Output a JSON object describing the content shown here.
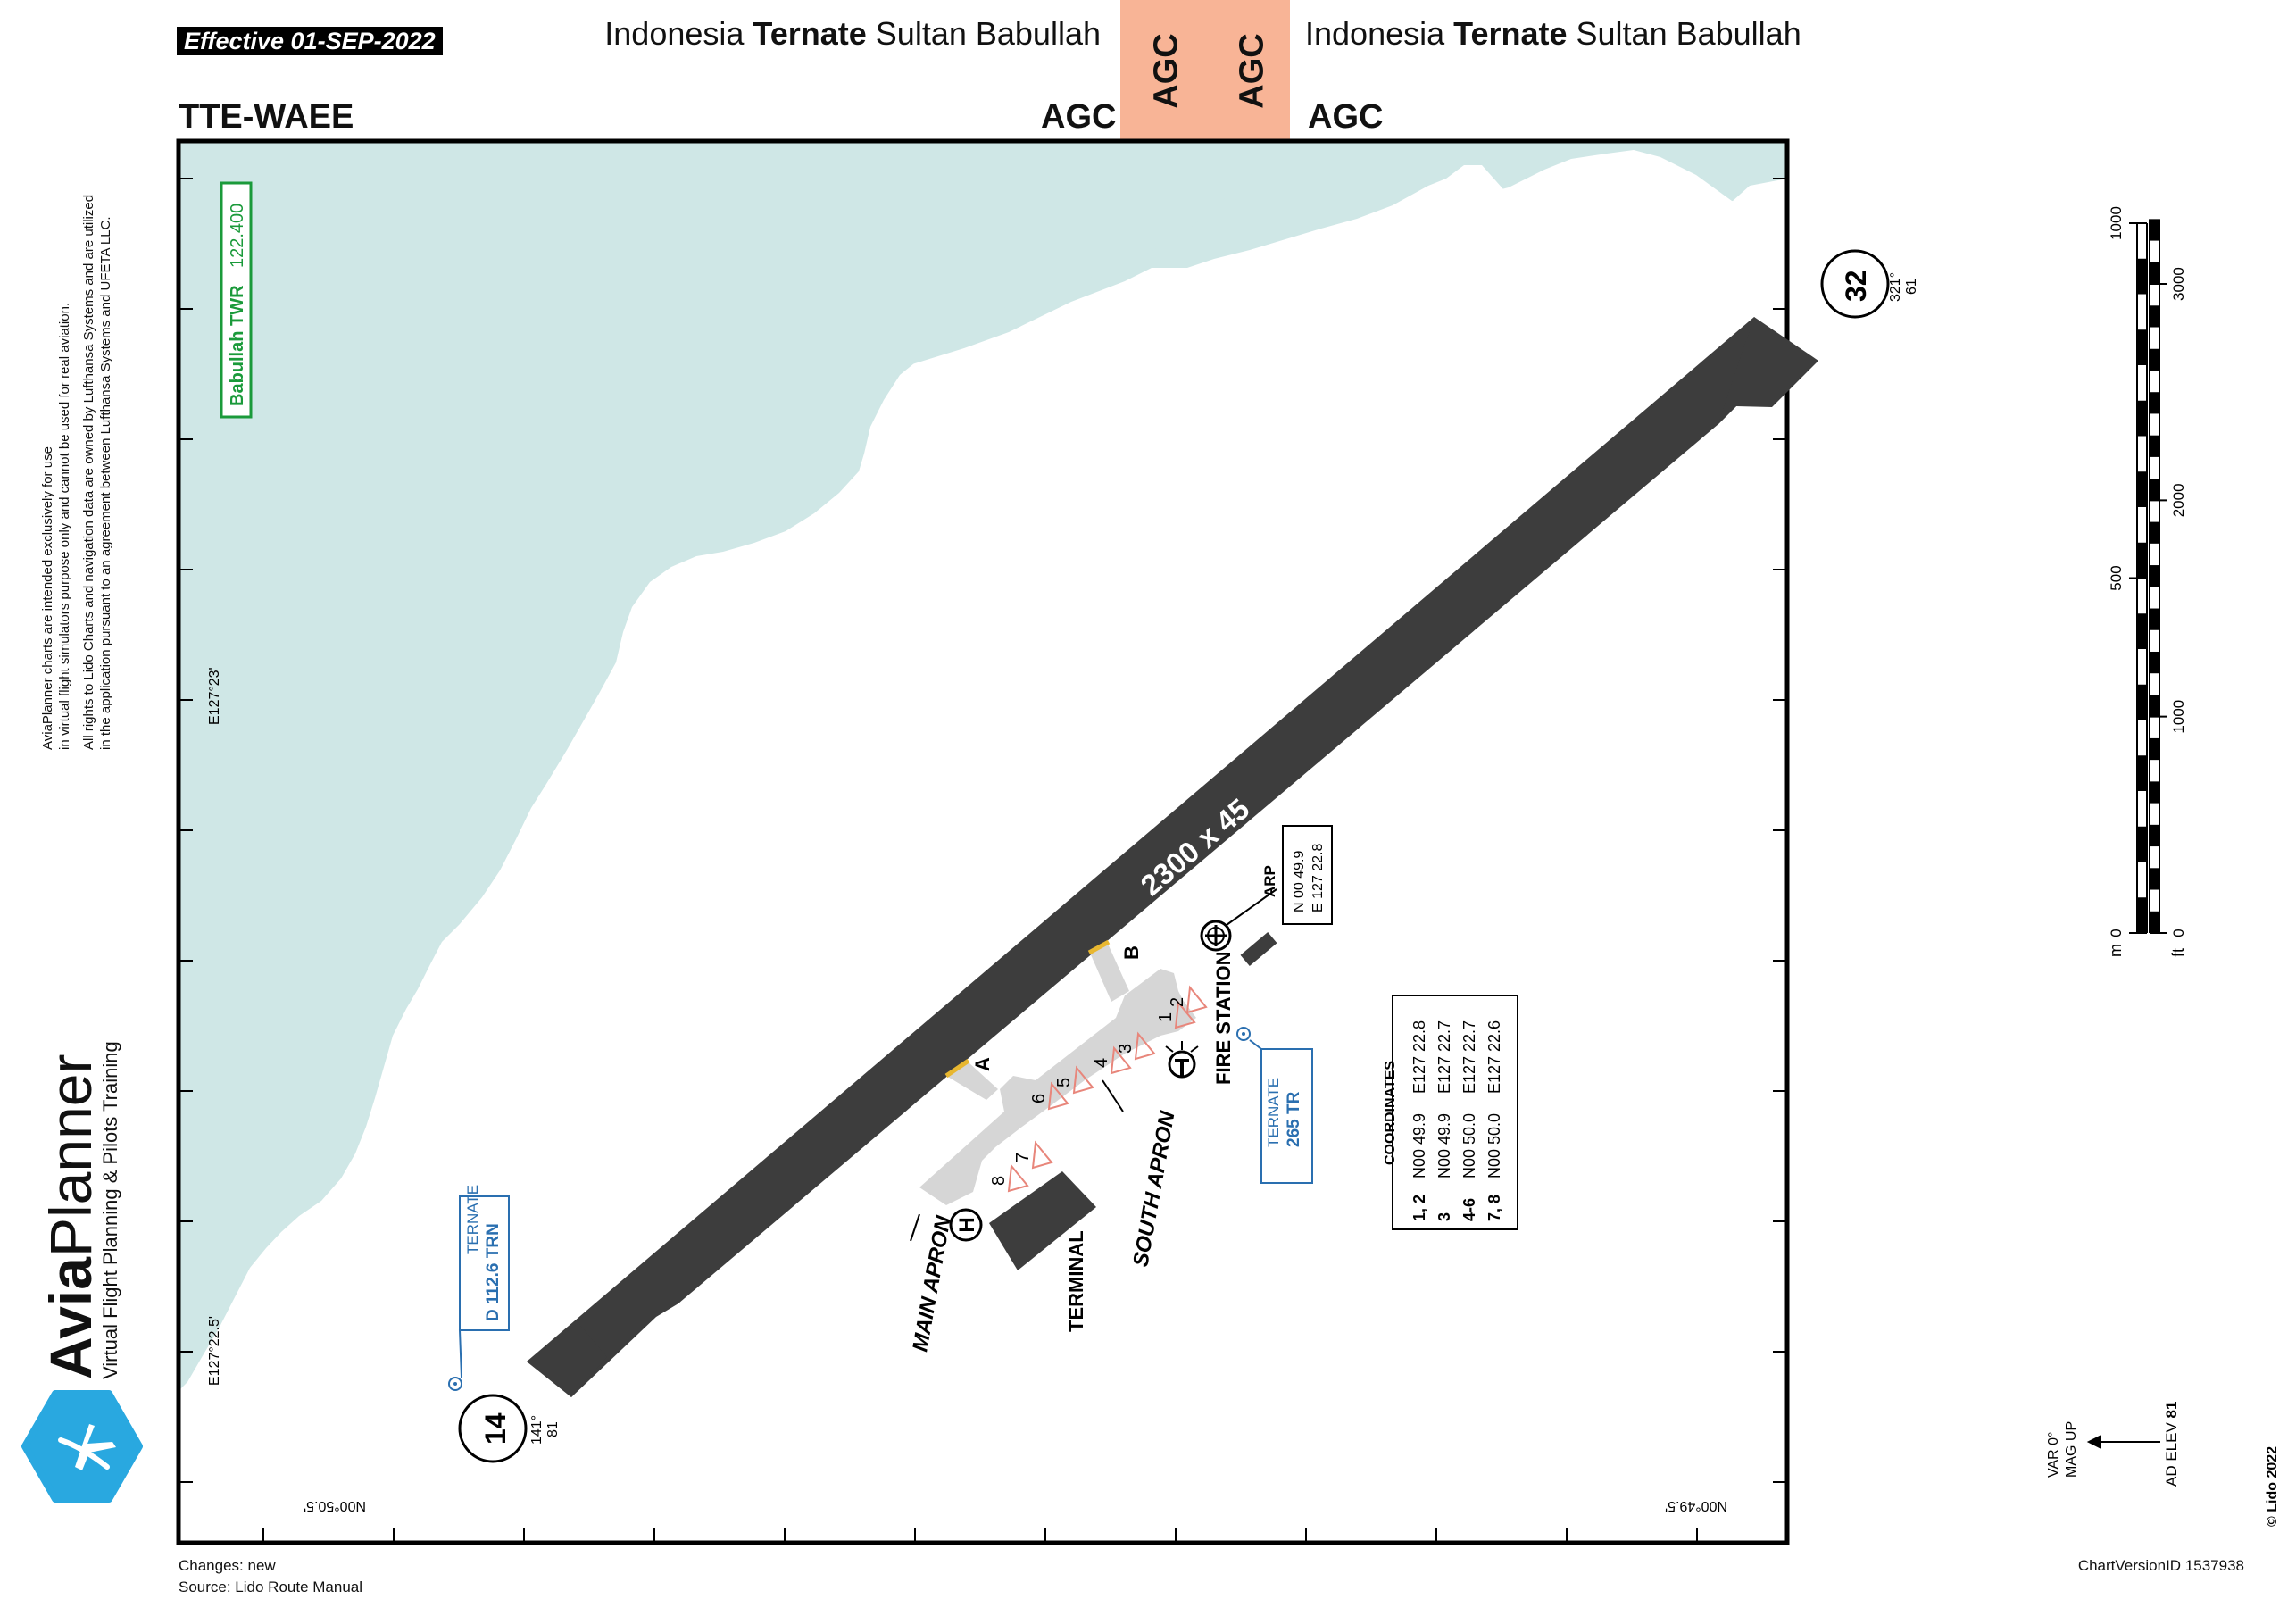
{
  "header": {
    "effective": "Effective  01-SEP-2022",
    "left_country": "Indonesia ",
    "left_city": "Ternate",
    "left_airport": " Sultan Babullah",
    "right_country": "Indonesia ",
    "right_city": "Ternate",
    "right_airport": " Sultan Babullah",
    "code": "TTE-WAEE",
    "chart_type": "AGC"
  },
  "disclaimer": {
    "line1": "AviaPlanner charts are intended exclusively for use",
    "line2": "in virtual flight simulators  purpose only and cannot be used for real aviation.",
    "line3": "All rights to Lido Charts and navigation data are owned by Lufthansa Systems and are utilized",
    "line4": "in the application pursuant to an agreement between Lufthansa Systems and UFETA LLC."
  },
  "brand": {
    "name_bold": "Avia",
    "name_light": "Planner",
    "tagline": "Virtual Flight Planning & Pilots Training",
    "logo_color": "#29a8e0"
  },
  "colors": {
    "water": "#cfe7e6",
    "runway": "#3d3d3d",
    "apron": "#d6d6d6",
    "terminal": "#3d3d3d",
    "tower_freq": "#1a9a3a",
    "navaid": "#2a6fb0",
    "stand_mark": "#e8867b",
    "holding_mark": "#e8b730",
    "agc_box": "#f8b496"
  },
  "tower": {
    "name": "Babullah TWR",
    "freq": "122.400"
  },
  "runway": {
    "dimensions": "2300 x 45"
  },
  "thresholds": [
    {
      "id": "14",
      "bearing": "141°",
      "elev": "81"
    },
    {
      "id": "32",
      "bearing": "321°",
      "elev": "61"
    }
  ],
  "taxiways": [
    "A",
    "B"
  ],
  "stands": [
    "1",
    "2",
    "3",
    "4",
    "5",
    "6",
    "7",
    "8"
  ],
  "labels": {
    "main_apron": "MAIN APRON",
    "south_apron": "SOUTH APRON",
    "terminal": "TERMINAL",
    "fire_station": "FIRE STATION",
    "heliport": "H"
  },
  "arp": {
    "title": "ARP",
    "lat": "N 00 49.9",
    "lon": "E 127 22.8"
  },
  "navaids": [
    {
      "name": "TERNATE",
      "ident": "D  112.6 TRN"
    },
    {
      "name": "TERNATE",
      "ident": "265 TR"
    }
  ],
  "coordinates": {
    "title": "COORDINATES",
    "rows": [
      {
        "stands": "1, 2",
        "lat": "N00 49.9",
        "lon": "E127 22.8"
      },
      {
        "stands": "3",
        "lat": "N00 49.9",
        "lon": "E127 22.7"
      },
      {
        "stands": "4-6",
        "lat": "N00 50.0",
        "lon": "E127 22.7"
      },
      {
        "stands": "7, 8",
        "lat": "N00 50.0",
        "lon": "E127 22.6"
      }
    ]
  },
  "grid": {
    "lon_top": "E127°23'",
    "lon_bottom": "E127°22.5'",
    "lat_left": "N00°50.5'",
    "lat_right": "N00°49.5'"
  },
  "scale": {
    "m_unit": "m",
    "ft_unit": "ft",
    "m_labels": [
      "0",
      "500",
      "1000"
    ],
    "m_values": [
      0,
      500,
      1000
    ],
    "ft_labels": [
      "0",
      "1000",
      "2000",
      "3000"
    ],
    "ft_values": [
      0,
      1000,
      2000,
      3000
    ]
  },
  "variation": {
    "var": "VAR 0°",
    "mag": "MAG UP"
  },
  "elevation": {
    "label": "AD ELEV ",
    "value": "81"
  },
  "copyright": "© Lido 2022",
  "footer": {
    "changes": "Changes: new",
    "source": "Source: Lido Route Manual",
    "version": "ChartVersionID  1537938"
  }
}
